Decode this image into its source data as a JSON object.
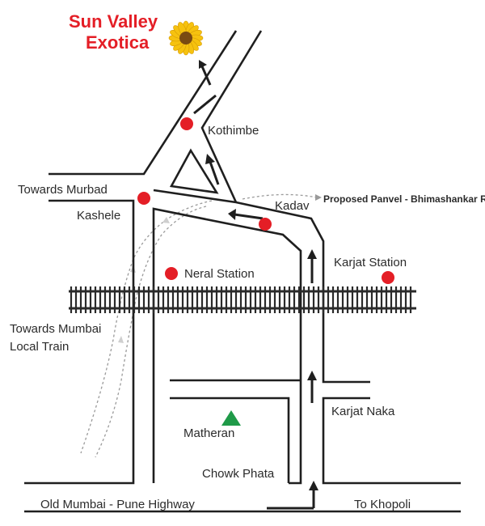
{
  "brand": {
    "line1": "Sun Valley",
    "line2": "Exotica",
    "color": "#e41e26"
  },
  "labels": {
    "kothimbe": "Kothimbe",
    "towards_murbad": "Towards Murbad",
    "kashele": "Kashele",
    "kadav": "Kadav",
    "proposed_road": "Proposed Panvel - Bhimashankar Road",
    "neral_station": "Neral Station",
    "karjat_station": "Karjat Station",
    "towards_mumbai_1": "Towards Mumbai",
    "towards_mumbai_2": "Local Train",
    "karjat_naka": "Karjat Naka",
    "matheran": "Matheran",
    "chowk_phata": "Chowk Phata",
    "old_highway": "Old Mumbai - Pune Highway",
    "to_khopoli": "To Khopoli"
  },
  "icons": {
    "sunflower": "sunflower-icon",
    "location_marker": "red-dot-marker",
    "mountain": "green-triangle-mountain",
    "railway": "railway-track"
  },
  "colors": {
    "marker": "#e41e26",
    "mountain": "#1f9a48",
    "road": "#1f1f1f",
    "rail": "#2a2a2a",
    "proposed_road": "#9a9a9a",
    "sunflower_petal": "#f6c20f",
    "sunflower_center": "#7a4a12"
  }
}
